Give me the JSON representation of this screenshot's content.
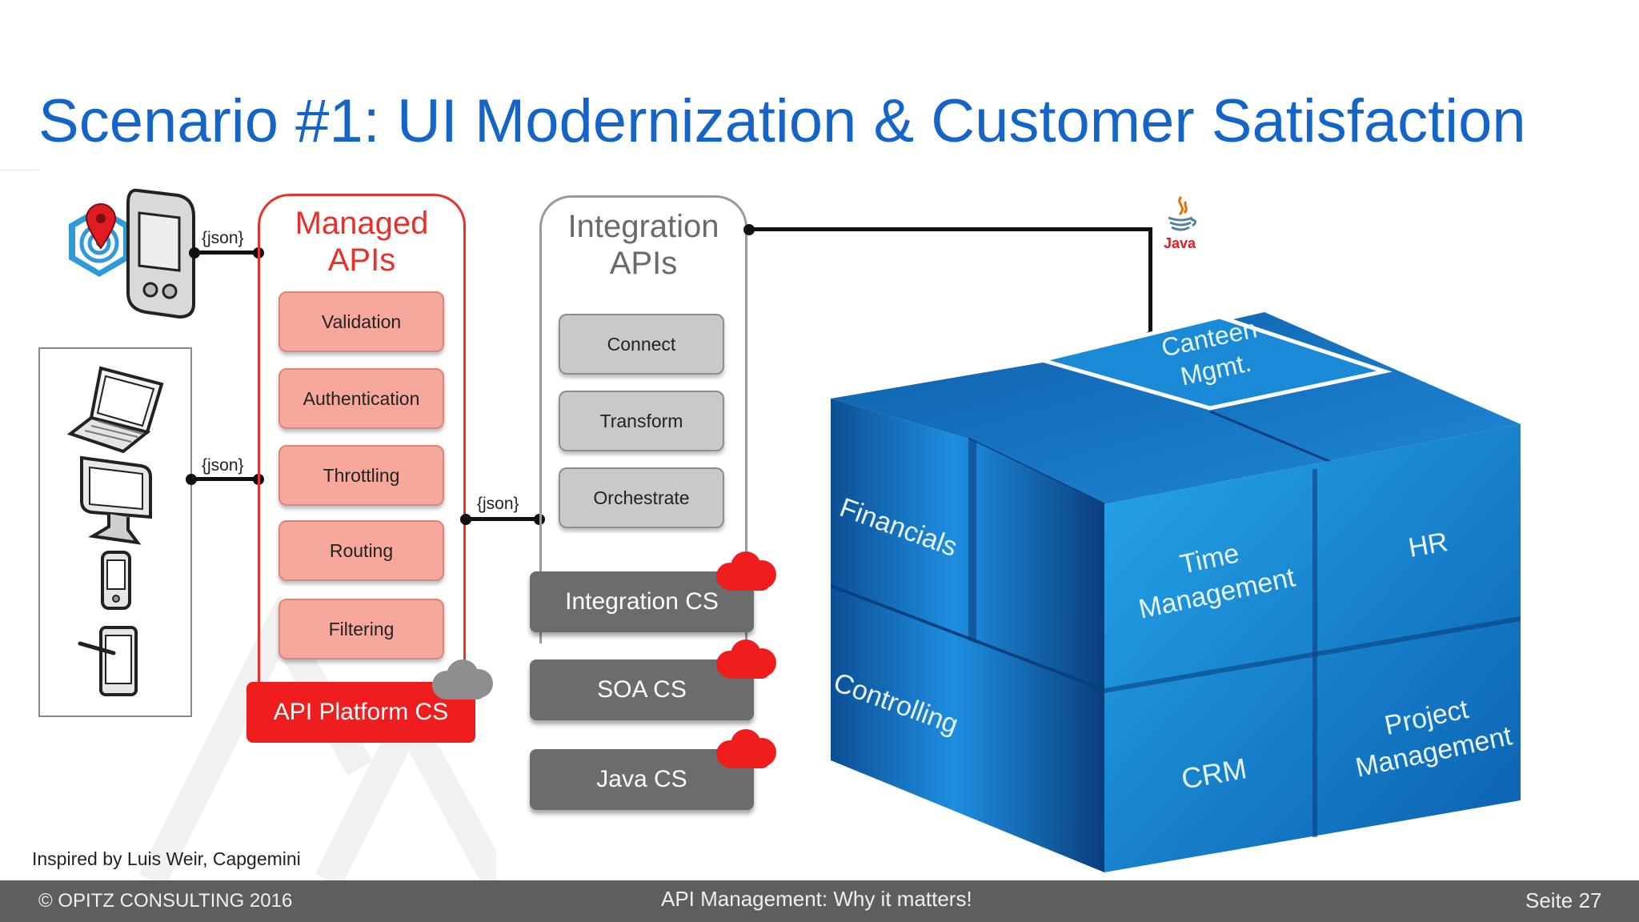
{
  "title": "Scenario #1: UI Modernization & Customer Satisfaction",
  "json_labels": [
    "{json}",
    "{json}",
    "{json}"
  ],
  "managed_apis": {
    "title": "Managed APIs",
    "items": [
      "Validation",
      "Authentication",
      "Throttling",
      "Routing",
      "Filtering"
    ],
    "platform_label": "API Platform CS"
  },
  "integration_apis": {
    "title": "Integration APIs",
    "items": [
      "Connect",
      "Transform",
      "Orchestrate"
    ],
    "cloud_services": [
      "Integration CS",
      "SOA CS",
      "Java CS"
    ]
  },
  "java_logo_text": "Java",
  "cube_blocks": [
    "Canteen Mgmt.",
    "Financials",
    "Controlling",
    "Time Management",
    "HR",
    "CRM",
    "Project Management"
  ],
  "credit": "Inspired by Luis Weir, Capgemini",
  "footer": {
    "left": "© OPITZ CONSULTING 2016",
    "center": "API Management: Why it matters!",
    "right": "Seite 27"
  },
  "colors": {
    "title": "#1565c8",
    "managed_border": "#e8312a",
    "managed_title": "#e8312a",
    "salmon_box": "#f8a79d",
    "platform_red": "#ef1d1d",
    "cube_blue": "#1a8cd8",
    "footer_bg": "#5e5e5e"
  }
}
